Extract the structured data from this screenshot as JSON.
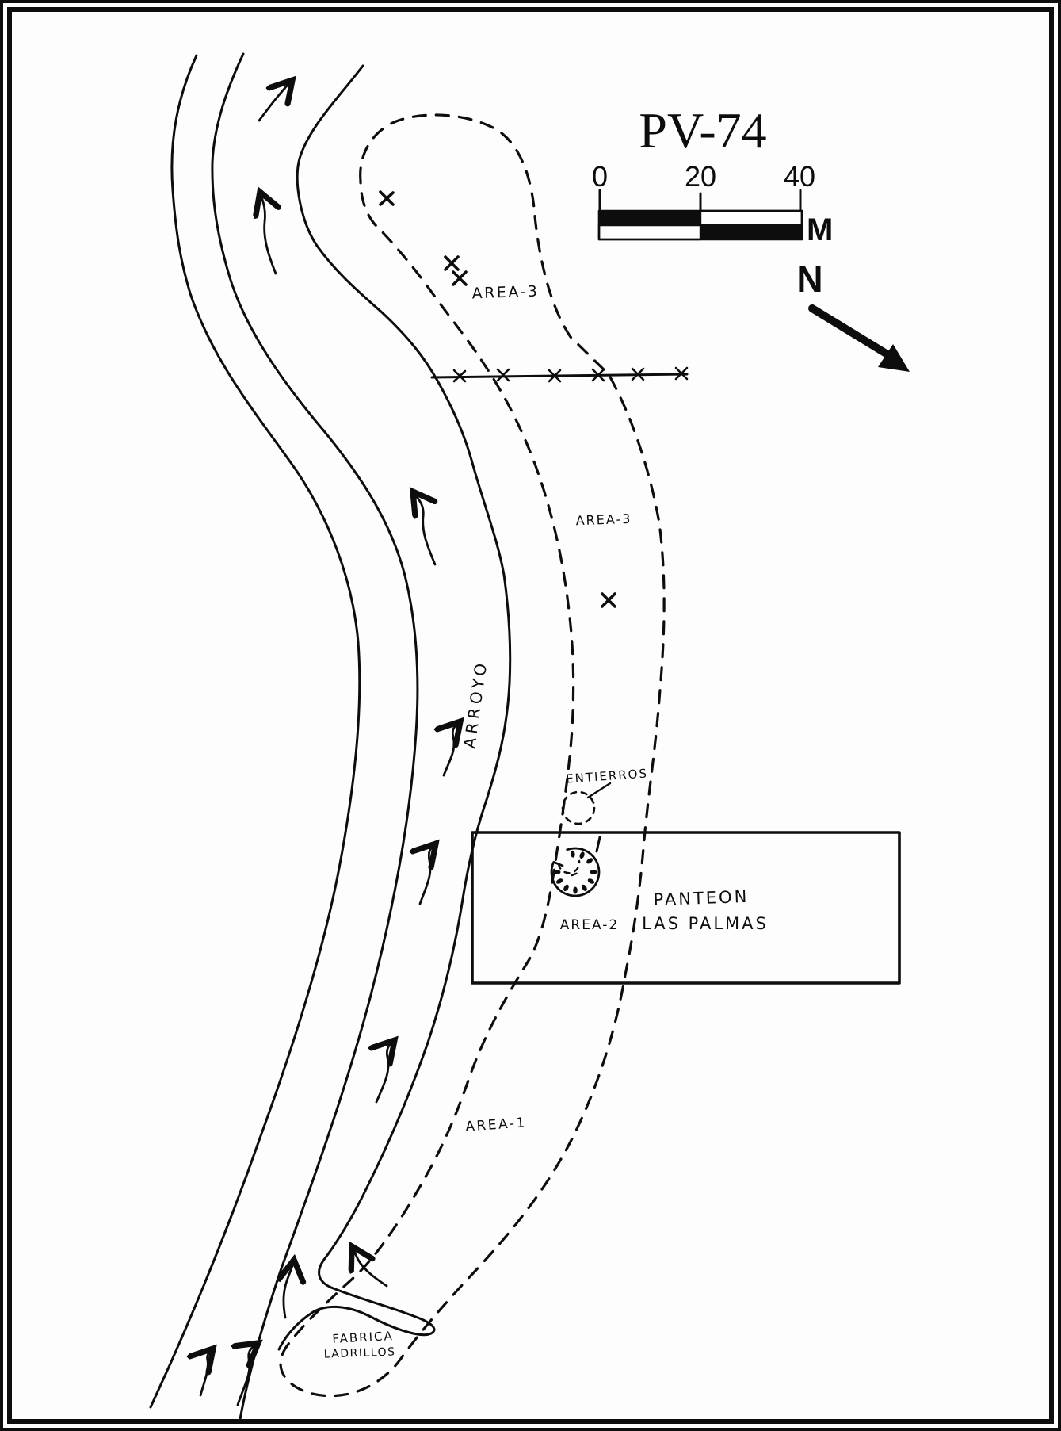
{
  "map": {
    "title": "PV-74",
    "scale_bar": {
      "tick_labels": [
        "0",
        "20",
        "40"
      ],
      "unit": "M"
    },
    "north_label": "N",
    "labels": {
      "arroyo": "ARROYO",
      "area3_top": "AREA-3",
      "area3_mid": "AREA-3",
      "entierros": "ENTIERROS",
      "panteon_line1": "PANTEON",
      "panteon_line2": "LAS PALMAS",
      "area2": "AREA-2",
      "area1": "AREA-1",
      "fabrica_line1": "FABRICA",
      "fabrica_line2": "LADRILLOS"
    },
    "colors": {
      "ink": "#0d0d0d",
      "paper": "#fdfdfd"
    }
  }
}
